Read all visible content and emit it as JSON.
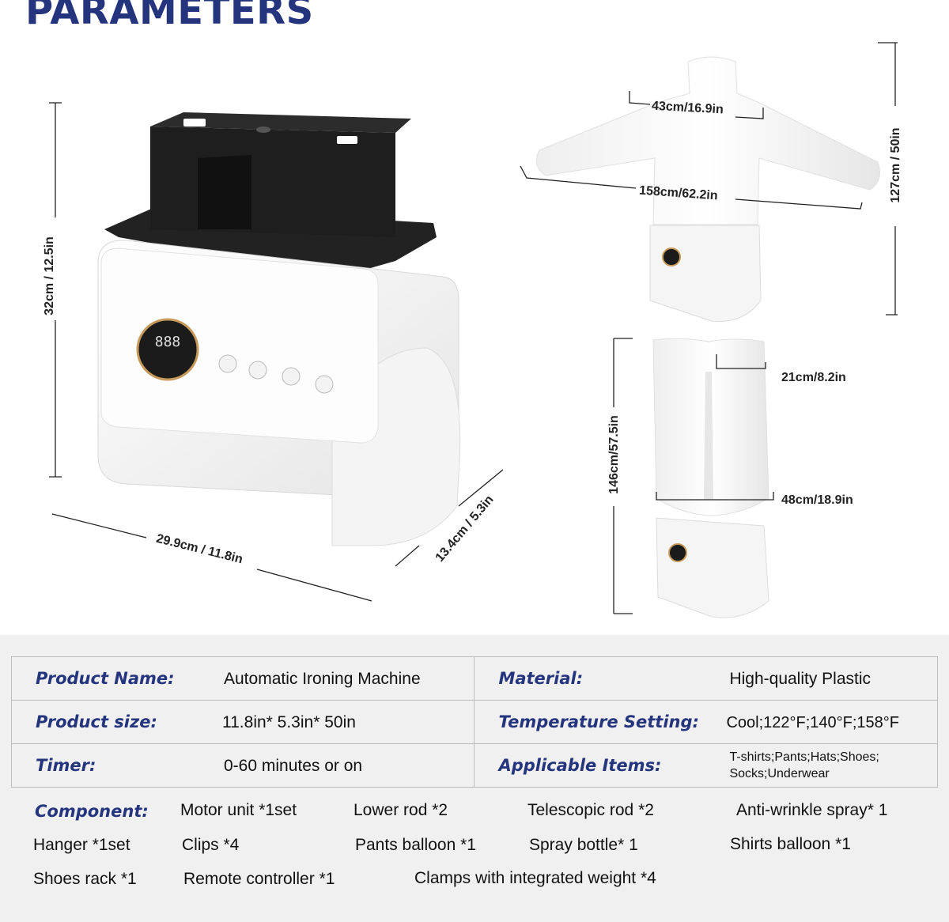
{
  "title": "PARAMETERS",
  "dimensions": {
    "height_machine": "32cm / 12.5in",
    "width_machine": "29.9cm / 11.8in",
    "depth_machine": "13.4cm / 5.3in",
    "shoulder_width": "43cm/16.9in",
    "arm_span": "158cm/62.2in",
    "total_height_shirt": "127cm / 50in",
    "pants_leg_width": "21cm/8.2in",
    "pants_waist_width": "48cm/18.9in",
    "total_height_pants": "146cm/57.5in"
  },
  "device_display": "888",
  "specs": [
    {
      "label": "Product Name:",
      "value": "Automatic Ironing Machine",
      "label2": "Material:",
      "value2": "High-quality Plastic"
    },
    {
      "label": "Product size:",
      "value": "11.8in* 5.3in* 50in",
      "label2": "Temperature Setting:",
      "value2": "Cool;122°F;140°F;158°F"
    },
    {
      "label": "Timer:",
      "value": "0-60 minutes or on",
      "label2": "Applicable Items:",
      "value2_line1": "T-shirts;Pants;Hats;Shoes;",
      "value2_line2": "Socks;Underwear"
    }
  ],
  "component": {
    "label": "Component:",
    "items": [
      "Motor unit *1set",
      "Lower rod *2",
      "Telescopic rod *2",
      "Anti-wrinkle spray* 1",
      "Hanger *1set",
      "Clips *4",
      "Pants balloon *1",
      "Spray bottle* 1",
      "Shirts balloon *1",
      "Shoes rack *1",
      "Remote controller *1",
      "Clamps with integrated weight *4"
    ]
  }
}
